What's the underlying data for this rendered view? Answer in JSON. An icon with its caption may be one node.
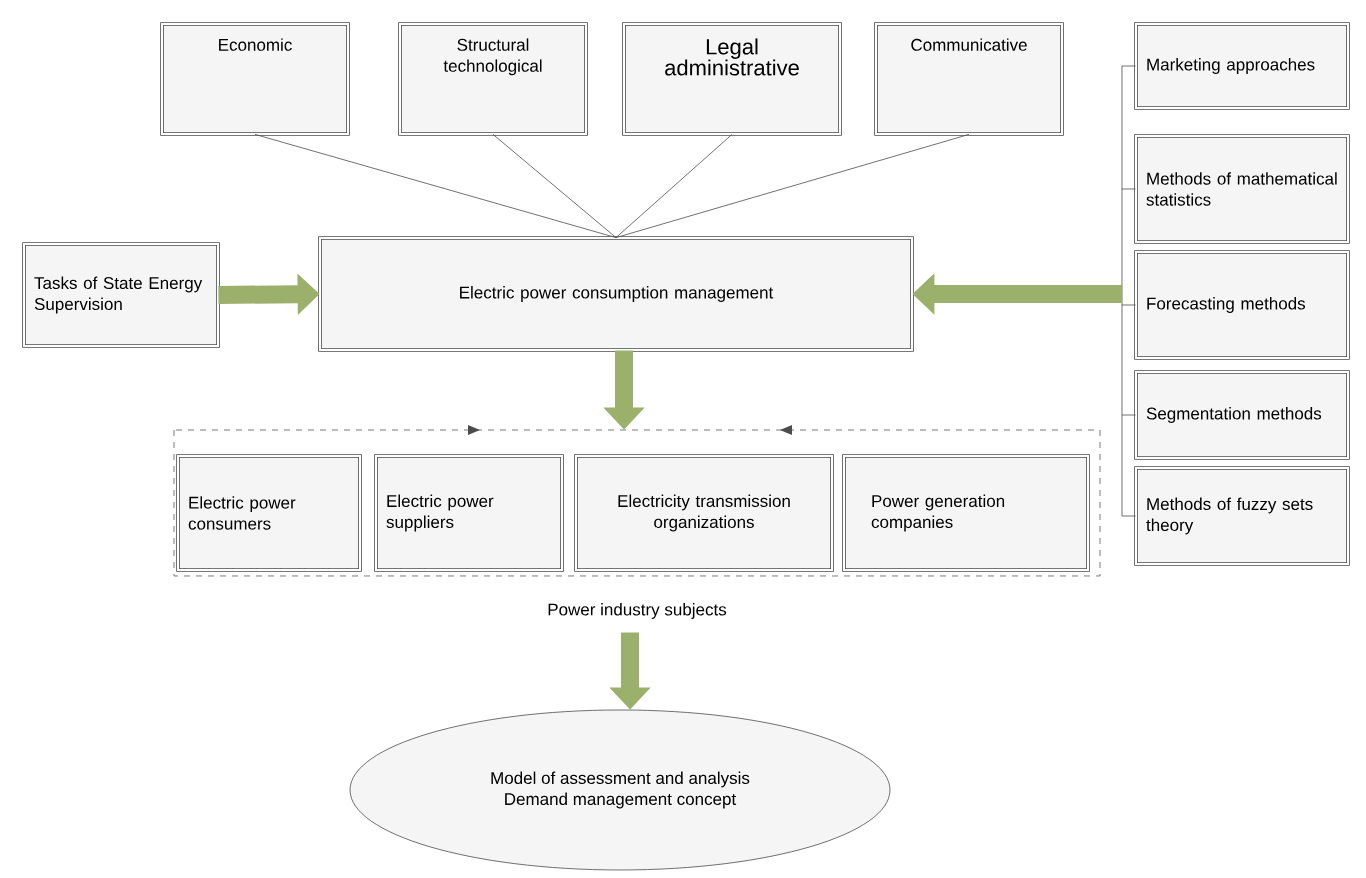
{
  "diagram": {
    "nodes": [
      {
        "text": [
          "Economic"
        ]
      },
      {
        "text": [
          "Structural technological"
        ]
      },
      {
        "text": [
          "Legal administrative"
        ]
      },
      {
        "text": [
          "Communicative"
        ]
      },
      {
        "text": [
          "Tasks of State Energy Supervision"
        ]
      },
      {
        "text": [
          "Electric power consumption management"
        ]
      },
      {
        "text": [
          "Marketing approaches"
        ]
      },
      {
        "text": [
          "Methods of mathematical statistics"
        ]
      },
      {
        "text": [
          "Forecasting methods"
        ]
      },
      {
        "text": [
          "Segmentation methods"
        ]
      },
      {
        "text": [
          "Methods of fuzzy sets theory"
        ]
      },
      {
        "text": [
          "Power industry subjects"
        ]
      },
      {
        "text": [
          "Electric power consumers"
        ],
        "in": 11
      },
      {
        "text": [
          "Electric power suppliers"
        ],
        "in": 11
      },
      {
        "text": [
          "Electricity transmission organizations"
        ],
        "in": 11
      },
      {
        "text": [
          "Power generation companies"
        ],
        "in": 11
      },
      {
        "text": [
          "Model of assessment and analysis",
          "Demand management concept"
        ]
      }
    ],
    "edges": [
      {
        "from": 0,
        "to": 5,
        "arrow": "none",
        "color": "#4c4c4c"
      },
      {
        "from": 1,
        "to": 5,
        "arrow": "none",
        "color": "#4c4c4c"
      },
      {
        "from": 2,
        "to": 5,
        "arrow": "none",
        "color": "#4c4c4c"
      },
      {
        "from": 3,
        "to": 5,
        "arrow": "none",
        "color": "#4c4c4c"
      },
      {
        "from": 4,
        "to": 5,
        "arrow": "to",
        "style": "thick",
        "color": "#9bb06b"
      },
      {
        "from": 6,
        "to": 5,
        "arrow": "to"
      },
      {
        "from": 7,
        "to": 5,
        "arrow": "to"
      },
      {
        "from": 8,
        "to": 5,
        "arrow": "to"
      },
      {
        "from": 9,
        "to": 5,
        "arrow": "to"
      },
      {
        "from": 10,
        "to": 5,
        "arrow": "to"
      },
      {
        "from": 5,
        "to": 11,
        "arrow": "to",
        "style": "thick",
        "color": "#9bb06b"
      },
      {
        "from": 11,
        "to": 16,
        "arrow": "to",
        "style": "thick",
        "color": "#9bb06b"
      }
    ]
  }
}
